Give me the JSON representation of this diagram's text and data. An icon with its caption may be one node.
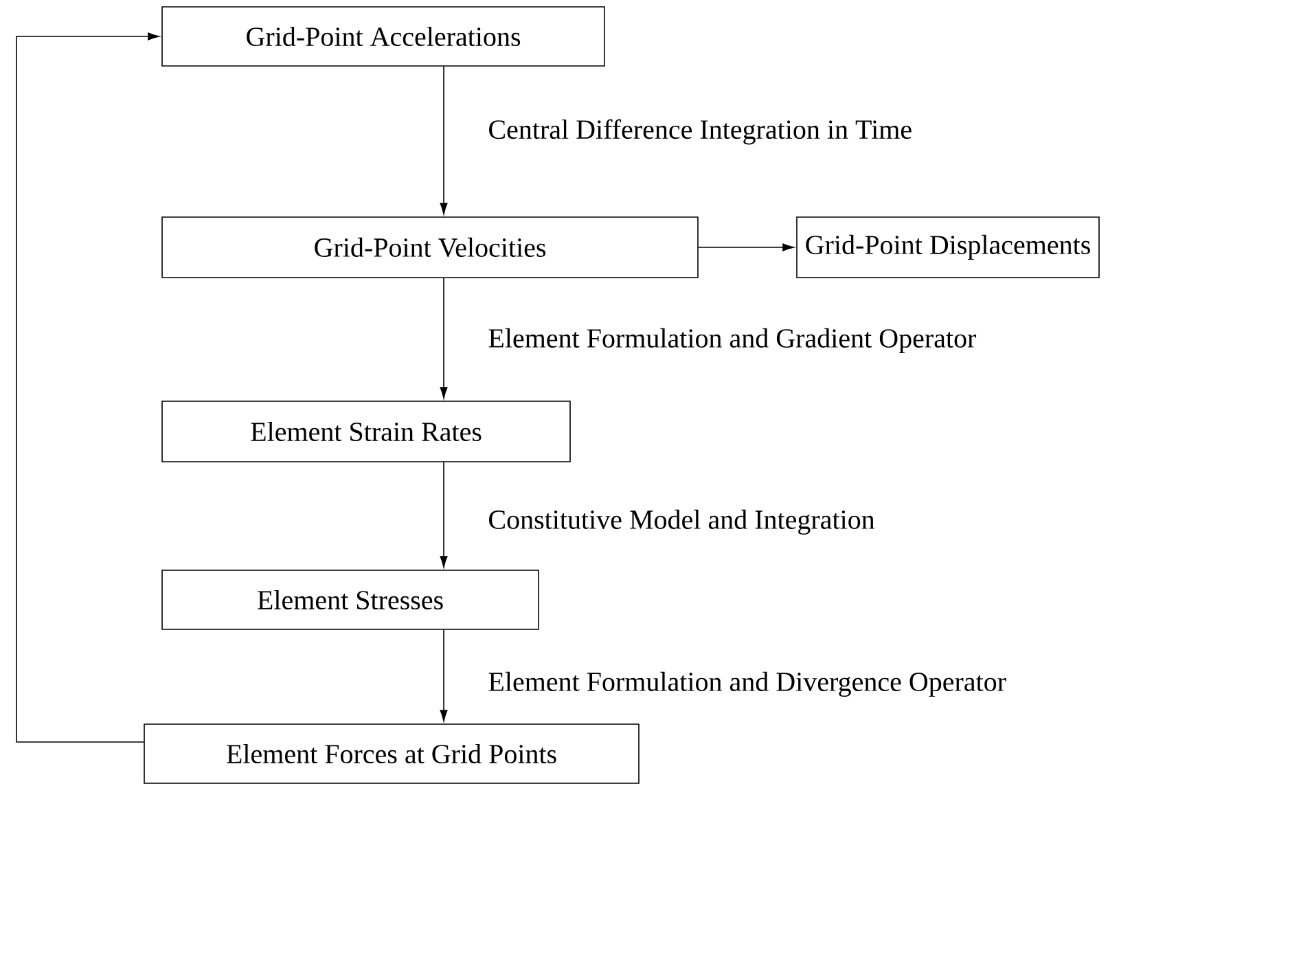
{
  "diagram": {
    "nodes": [
      {
        "text": [
          "Grid-Point Accelerations"
        ]
      },
      {
        "text": [
          "Grid-Point Velocities"
        ]
      },
      {
        "text": [
          "Grid-Point Displacements"
        ]
      },
      {
        "text": [
          "Element Strain Rates"
        ]
      },
      {
        "text": [
          "Element Stresses"
        ]
      },
      {
        "text": [
          "Element Forces at Grid Points"
        ]
      }
    ],
    "edges": [
      {
        "from": 0,
        "to": 1,
        "arrow": "to",
        "label": "Central Difference Integration in Time"
      },
      {
        "from": 1,
        "to": 2,
        "arrow": "to"
      },
      {
        "from": 1,
        "to": 3,
        "arrow": "to",
        "label": "Element Formulation and Gradient Operator"
      },
      {
        "from": 3,
        "to": 4,
        "arrow": "to",
        "label": "Constitutive Model and Integration"
      },
      {
        "from": 4,
        "to": 5,
        "arrow": "to",
        "label": "Element Formulation and Divergence Operator"
      },
      {
        "from": 5,
        "to": 0,
        "arrow": "to"
      }
    ]
  }
}
